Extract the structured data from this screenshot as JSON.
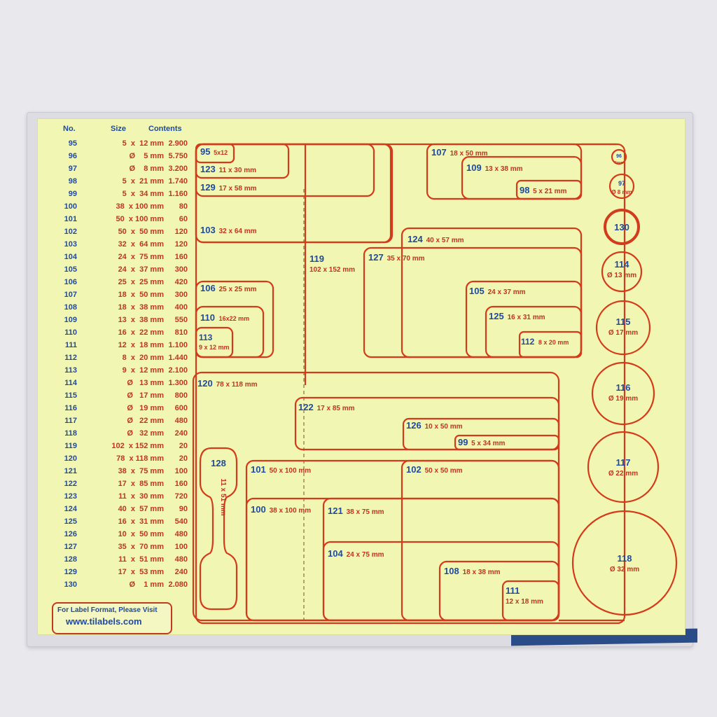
{
  "table": {
    "headers": {
      "no": "No.",
      "size": "Size",
      "contents": "Contents"
    },
    "rows": [
      {
        "no": "95",
        "size": "5  x  12 mm",
        "contents": "2.900"
      },
      {
        "no": "96",
        "size": "Ø    5 mm",
        "contents": "5.750"
      },
      {
        "no": "97",
        "size": "Ø    8 mm",
        "contents": "3.200"
      },
      {
        "no": "98",
        "size": "5  x  21 mm",
        "contents": "1.740"
      },
      {
        "no": "99",
        "size": "5  x  34 mm",
        "contents": "1.160"
      },
      {
        "no": "100",
        "size": "38  x 100 mm",
        "contents": "80"
      },
      {
        "no": "101",
        "size": "50  x 100 mm",
        "contents": "60"
      },
      {
        "no": "102",
        "size": "50  x  50 mm",
        "contents": "120"
      },
      {
        "no": "103",
        "size": "32  x  64 mm",
        "contents": "120"
      },
      {
        "no": "104",
        "size": "24  x  75 mm",
        "contents": "160"
      },
      {
        "no": "105",
        "size": "24  x  37 mm",
        "contents": "300"
      },
      {
        "no": "106",
        "size": "25  x  25 mm",
        "contents": "420"
      },
      {
        "no": "107",
        "size": "18  x  50 mm",
        "contents": "300"
      },
      {
        "no": "108",
        "size": "18  x  38 mm",
        "contents": "400"
      },
      {
        "no": "109",
        "size": "13  x  38 mm",
        "contents": "550"
      },
      {
        "no": "110",
        "size": "16  x  22 mm",
        "contents": "810"
      },
      {
        "no": "111",
        "size": "12  x  18 mm",
        "contents": "1.100"
      },
      {
        "no": "112",
        "size": "8  x  20 mm",
        "contents": "1.440"
      },
      {
        "no": "113",
        "size": "9  x  12 mm",
        "contents": "2.100"
      },
      {
        "no": "114",
        "size": "Ø   13 mm",
        "contents": "1.300"
      },
      {
        "no": "115",
        "size": "Ø   17 mm",
        "contents": "800"
      },
      {
        "no": "116",
        "size": "Ø   19 mm",
        "contents": "600"
      },
      {
        "no": "117",
        "size": "Ø   22 mm",
        "contents": "480"
      },
      {
        "no": "118",
        "size": "Ø   32 mm",
        "contents": "240"
      },
      {
        "no": "119",
        "size": "102  x 152 mm",
        "contents": "20"
      },
      {
        "no": "120",
        "size": "78  x 118 mm",
        "contents": "20"
      },
      {
        "no": "121",
        "size": "38  x  75 mm",
        "contents": "100"
      },
      {
        "no": "122",
        "size": "17  x  85 mm",
        "contents": "160"
      },
      {
        "no": "123",
        "size": "11  x  30 mm",
        "contents": "720"
      },
      {
        "no": "124",
        "size": "40  x  57 mm",
        "contents": "90"
      },
      {
        "no": "125",
        "size": "16  x  31 mm",
        "contents": "540"
      },
      {
        "no": "126",
        "size": "10  x  50 mm",
        "contents": "480"
      },
      {
        "no": "127",
        "size": "35  x  70 mm",
        "contents": "100"
      },
      {
        "no": "128",
        "size": "11  x  51 mm",
        "contents": "480"
      },
      {
        "no": "129",
        "size": "17  x  53 mm",
        "contents": "240"
      },
      {
        "no": "130",
        "size": "Ø    1 mm",
        "contents": "2.080"
      }
    ]
  },
  "footer": {
    "line1": "For Label Format, Please Visit",
    "line2": "www.tilabels.com"
  },
  "labels": {
    "l95": {
      "no": "95",
      "size": "5x12"
    },
    "l123": {
      "no": "123",
      "size": "11 x 30 mm"
    },
    "l129": {
      "no": "129",
      "size": "17 x 58 mm"
    },
    "l103": {
      "no": "103",
      "size": "32 x 64 mm"
    },
    "l119": {
      "no": "119",
      "size": "102 x 152 mm"
    },
    "l107": {
      "no": "107",
      "size": "18 x 50 mm"
    },
    "l109": {
      "no": "109",
      "size": "13 x 38 mm"
    },
    "l98": {
      "no": "98",
      "size": "5 x 21 mm"
    },
    "l124": {
      "no": "124",
      "size": "40 x 57 mm"
    },
    "l127": {
      "no": "127",
      "size": "35 x 70 mm"
    },
    "l105": {
      "no": "105",
      "size": "24 x 37 mm"
    },
    "l125": {
      "no": "125",
      "size": "16 x 31 mm"
    },
    "l112": {
      "no": "112",
      "size": "8 x 20 mm"
    },
    "l106": {
      "no": "106",
      "size": "25 x 25 mm"
    },
    "l110": {
      "no": "110",
      "size": "16x22 mm"
    },
    "l113": {
      "no": "113",
      "size": "9 x 12 mm"
    },
    "l120": {
      "no": "120",
      "size": "78 x 118 mm"
    },
    "l122": {
      "no": "122",
      "size": "17 x 85 mm"
    },
    "l126": {
      "no": "126",
      "size": "10 x 50 mm"
    },
    "l99": {
      "no": "99",
      "size": "5 x 34 mm"
    },
    "l128": {
      "no": "128",
      "size": "11 x 51 mm"
    },
    "l101": {
      "no": "101",
      "size": "50 x 100 mm"
    },
    "l102": {
      "no": "102",
      "size": "50 x 50 mm"
    },
    "l100": {
      "no": "100",
      "size": "38 x 100 mm"
    },
    "l121": {
      "no": "121",
      "size": "38 x 75 mm"
    },
    "l104": {
      "no": "104",
      "size": "24 x 75 mm"
    },
    "l108": {
      "no": "108",
      "size": "18 x 38 mm"
    },
    "l111": {
      "no": "111",
      "size": "12 x 18 mm"
    },
    "l96": {
      "no": "96",
      "size": "5mm"
    },
    "l97": {
      "no": "97",
      "size": "Ø 8 mm"
    },
    "l130": {
      "no": "130"
    },
    "l114": {
      "no": "114",
      "size": "Ø 13 mm"
    },
    "l115": {
      "no": "115",
      "size": "Ø 17 mm"
    },
    "l116": {
      "no": "116",
      "size": "Ø 19 mm"
    },
    "l117": {
      "no": "117",
      "size": "Ø 22 mm"
    },
    "l118": {
      "no": "118",
      "size": "Ø 32 mm"
    }
  },
  "colors": {
    "sheet": "#f2f6b3",
    "outline": "#d23b1b",
    "number": "#1f4aa0",
    "size_text": "#c2331f",
    "board": "#2a4d8a"
  }
}
